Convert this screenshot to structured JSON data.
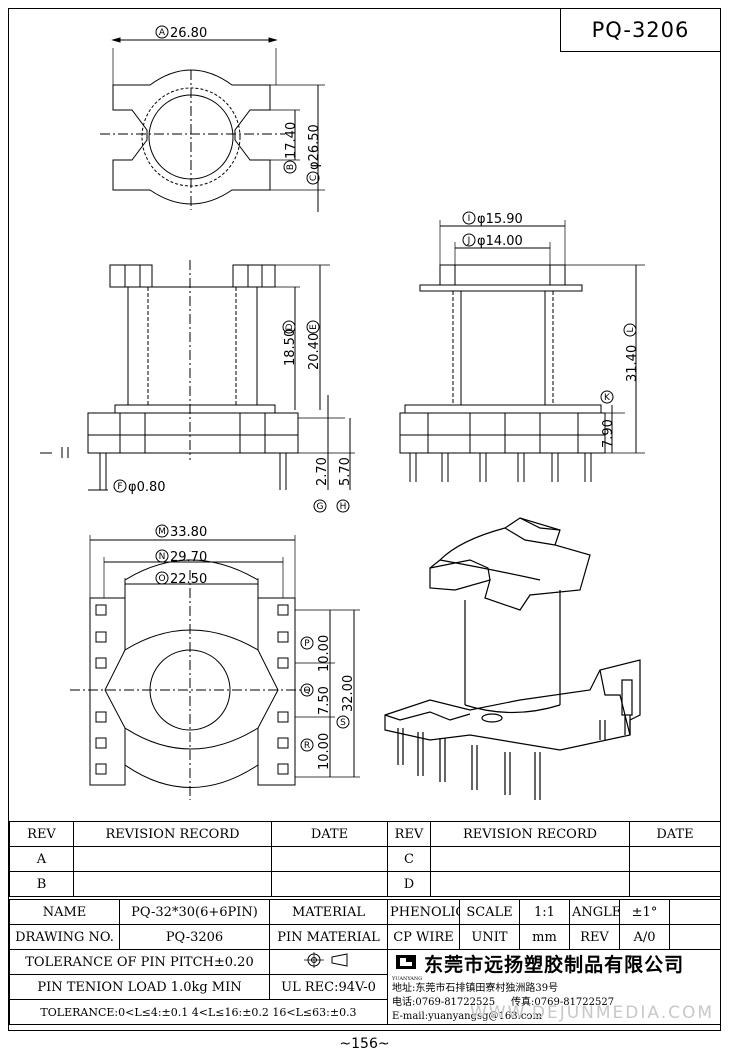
{
  "part_number": "PQ-3206",
  "page_number": "~156~",
  "watermark": "WWW.DEJUNMEDIA.COM",
  "dims": {
    "A": {
      "letter": "A",
      "value": "26.80"
    },
    "B": {
      "letter": "B",
      "value": "17.40"
    },
    "C": {
      "letter": "C",
      "value": "φ26.50"
    },
    "D": {
      "letter": "D",
      "value": "18.50"
    },
    "E": {
      "letter": "E",
      "value": "20.40"
    },
    "F": {
      "letter": "F",
      "value": "φ0.80"
    },
    "G": {
      "letter": "G",
      "value": "2.70"
    },
    "H": {
      "letter": "H",
      "value": "5.70"
    },
    "I": {
      "letter": "I",
      "value": "φ15.90"
    },
    "J": {
      "letter": "J",
      "value": "φ14.00"
    },
    "K": {
      "letter": "K",
      "value": "7.90"
    },
    "L": {
      "letter": "L",
      "value": "31.40"
    },
    "M": {
      "letter": "M",
      "value": "33.80"
    },
    "N": {
      "letter": "N",
      "value": "29.70"
    },
    "O": {
      "letter": "O",
      "value": "22.50"
    },
    "P": {
      "letter": "P",
      "value": "10.00"
    },
    "Q": {
      "letter": "Q",
      "value": "7.50"
    },
    "R": {
      "letter": "R",
      "value": "10.00"
    },
    "S": {
      "letter": "S",
      "value": "32.00"
    }
  },
  "revision": {
    "rev_header": "REV",
    "record_header": "REVISION RECORD",
    "date_header": "DATE",
    "row_a": "A",
    "row_b": "B",
    "row_c": "C",
    "row_d": "D"
  },
  "title_block": {
    "name_label": "NAME",
    "name_value": "PQ-32*30(6+6PIN)",
    "material_label": "MATERIAL",
    "material_value": "PHENOLIC",
    "scale_label": "SCALE",
    "scale_value": "1:1",
    "angle_label": "ANGLE",
    "angle_value": "±1°",
    "drawing_no_label": "DRAWING NO.",
    "drawing_no_value": "PQ-3206",
    "pin_material_label": "PIN MATERIAL",
    "pin_material_value": "CP WIRE",
    "unit_label": "UNIT",
    "unit_value": "mm",
    "rev_label": "REV",
    "rev_value": "A/0",
    "tolerance_pitch": "TOLERANCE OF PIN PITCH±0.20",
    "tension": "PIN TENION LOAD 1.0kg MIN",
    "ul_rec": "UL REC:94V-0",
    "tolerance_ranges": "TOLERANCE:0<L≤4:±0.1  4<L≤16:±0.2  16<L≤63:±0.3",
    "logo_text": "YUANYANG",
    "company": "东莞市远扬塑胶制品有限公司",
    "address": "地址:东莞市石排镇田寮村独洲路39号",
    "phone": "电话:0769-81722525",
    "fax": "传真:0769-81722527",
    "email": "E-mail:yuanyangsg@163.com"
  }
}
